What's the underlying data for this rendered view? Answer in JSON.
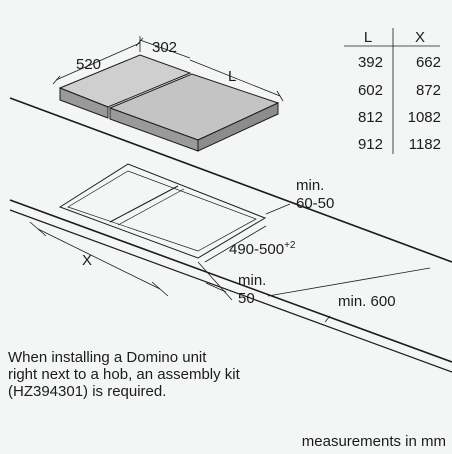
{
  "top_view": {
    "depth": "520",
    "width": "302",
    "length": "L"
  },
  "table": {
    "headers": [
      "L",
      "X"
    ],
    "rows": [
      [
        "392",
        "662"
      ],
      [
        "602",
        "872"
      ],
      [
        "812",
        "1082"
      ],
      [
        "912",
        "1182"
      ]
    ]
  },
  "cutout": {
    "wall_gap_line1": "min.",
    "wall_gap_line2": "60-50",
    "width_label": "X",
    "depth_main": "490-500",
    "depth_sup": "+2",
    "front_gap_line1": "min.",
    "front_gap_line2": "50",
    "side_gap": "min. 600"
  },
  "note": "When installing a Domino unit\nright next to a hob, an assembly kit\n(HZ394301) is required.",
  "footer": "measurements in mm",
  "colors": {
    "background": "#f4f5f5",
    "hob_top": "#c9c9c9",
    "hob_side": "#9a9a9a",
    "line": "#1c1c1c"
  }
}
